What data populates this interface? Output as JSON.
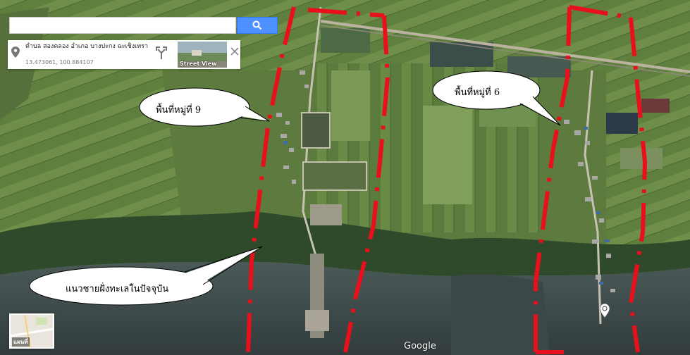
{
  "search": {
    "value": "",
    "placeholder": ""
  },
  "place_card": {
    "address": "ตำบล สองคลอง อำเภอ บางปะกง ฉะเชิงเทรา",
    "coordinates": "13.473061, 100.884107",
    "street_view_label": "Street View"
  },
  "annotations": {
    "bubble_1": "พื้นที่หมู่ที่ 9",
    "bubble_2": "พื้นที่หมู่ที่ 6",
    "bubble_3": "แนวชายฝั่งทะเลในปัจจุบัน"
  },
  "map": {
    "attribution": "Google",
    "minimap_label": "แผนที่"
  },
  "colors": {
    "boundary": "#e8101a",
    "search_button": "#4d90fe",
    "water": "#3f4f50"
  },
  "icons": [
    "search-icon",
    "location-pin-icon",
    "directions-icon",
    "close-icon",
    "place-marker-icon"
  ]
}
